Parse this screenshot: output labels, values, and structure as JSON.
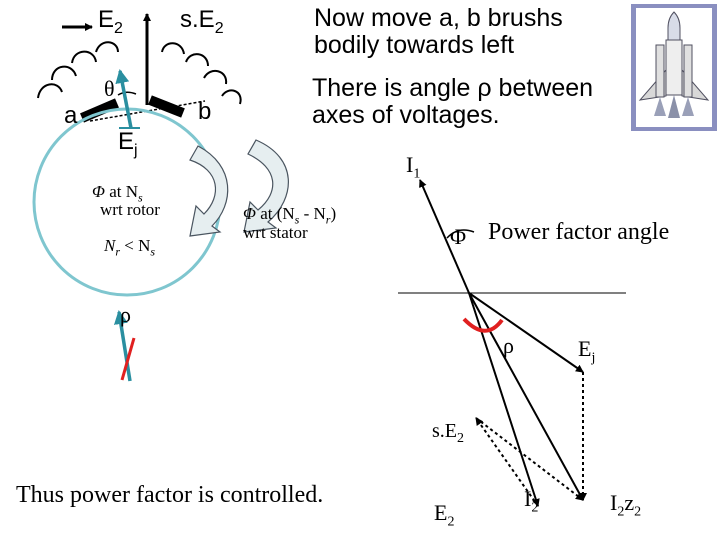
{
  "slide": {
    "heading_line1": "Now move a, b brushs",
    "heading_line2": "bodily towards left",
    "note_line1": "There is angle ρ between",
    "note_line2": "axes of voltages.",
    "conclusion": "Thus power factor is controlled."
  },
  "machine": {
    "e2_base": "E",
    "e2_sub": "2",
    "se2_base": "s.E",
    "se2_sub": "2",
    "theta": "θ",
    "brush_a": "a",
    "brush_b": "b",
    "ej_base": "E",
    "ej_sub": "j",
    "rho": "ρ",
    "rotor_l1_phi": "Φ",
    "rotor_l1_mid": " at N",
    "rotor_l1_sub": "s",
    "rotor_l2": "wrt rotor",
    "rotor_l3_a": "N",
    "rotor_l3_a_sub": "r",
    "rotor_l3_mid": " < N",
    "rotor_l3_b_sub": "s",
    "stator_l1_phi": "Φ",
    "stator_l1_mid": " at (N",
    "stator_l1_sub1": "s",
    "stator_l1_dash": " - N",
    "stator_l1_sub2": "r",
    "stator_l1_close": ")",
    "stator_l2": "wrt stator"
  },
  "phasor": {
    "i1_base": "I",
    "i1_sub": "1",
    "phi": "Φ",
    "pf_angle": "Power factor angle",
    "rho": "ρ",
    "ej_base": "E",
    "ej_sub": "j",
    "se2_base": "s.E",
    "se2_sub": "2",
    "e2_base": "E",
    "e2_sub": "2",
    "i2_base": "I",
    "i2_sub": "2",
    "i2z2_base": "I",
    "i2z2_sub1": "2",
    "i2z2_z": "z",
    "i2z2_sub2": "2"
  },
  "colors": {
    "rotor_circle": "#7fc6cf",
    "ej_arrow": "#2a8fa0",
    "rho_arc": "#e02020",
    "flux_arrow_fill": "#e6eef0",
    "shuttle_bg": "#8a8fc0"
  },
  "icons": [
    "space-shuttle-icon",
    "commutator-winding-icon",
    "rotation-arrow-icon"
  ]
}
